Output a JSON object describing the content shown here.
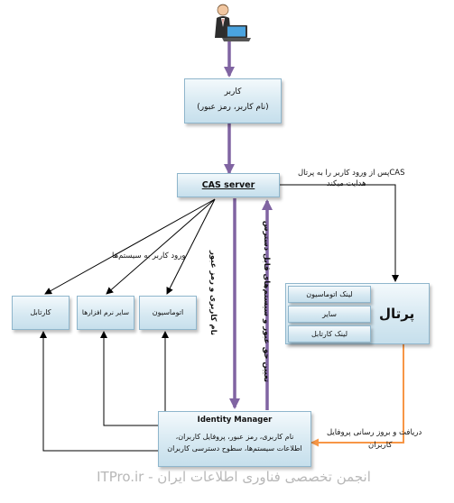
{
  "user_box": {
    "title": "کاربر",
    "subtitle": "(نام کاربر، رمز عبور)"
  },
  "cas_server": {
    "label": "CAS  server"
  },
  "portal": {
    "title": "پرتال",
    "links": [
      "لینک اتوماسیون",
      "سایر",
      "لینک کارتابل"
    ]
  },
  "systems": {
    "kartabl": "کارتابل",
    "other_software": "سایر نرم افزارها",
    "automation": "اتوماسیون"
  },
  "identity_manager": {
    "title": "Identity Manager",
    "line1": "نام کاربری، رمز عبور، پروفایل کاربران،",
    "line2": "اطلاعات سیستم‌ها، سطوح دسترسی کاربران"
  },
  "edge_labels": {
    "cas_redirect_line1": "CASپس از ورود کاربر را به پرتال",
    "cas_redirect_line2": "هدایت میکند",
    "login_to_systems": "ورود کاربر به سیستم‌ها",
    "username_password": "نام کاربری و رمز عبور",
    "access_levels": "تعیین حق عبور و سیستم‌های قابل دسترس",
    "profile_line1": "دریافت و بروز رسانی پروفایل",
    "profile_line2": "کاربران"
  },
  "watermark": "انجمن تخصصی فناوری اطلاعات ایران - ITPro.ir",
  "colors": {
    "purple": "#8064a2",
    "orange": "#f79646",
    "box_border": "#8fb6cc"
  }
}
